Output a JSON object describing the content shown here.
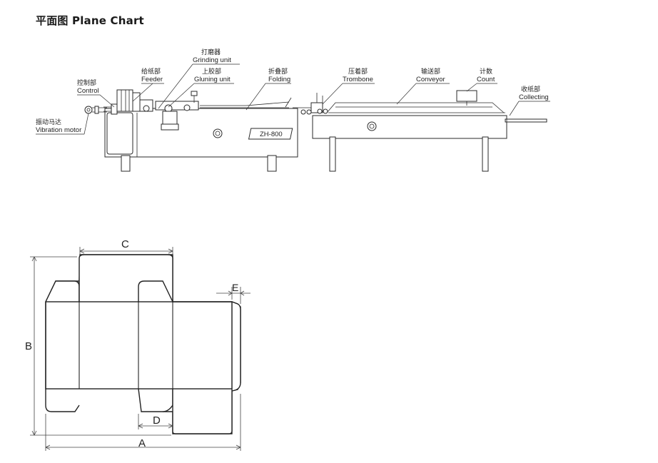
{
  "title": "平面图 Plane Chart",
  "machine": {
    "model_plate": "ZH-800",
    "labels": {
      "control": {
        "zh": "控制部",
        "en": "Control"
      },
      "feeder": {
        "zh": "给纸部",
        "en": "Feeder"
      },
      "grinding": {
        "zh": "打磨器",
        "en": "Grinding unit"
      },
      "gluing": {
        "zh": "上胶部",
        "en": "Gluning unit"
      },
      "folding": {
        "zh": "折叠部",
        "en": "Folding"
      },
      "trombone": {
        "zh": "压着部",
        "en": "Trombone"
      },
      "conveyor": {
        "zh": "输送部",
        "en": "Conveyor"
      },
      "count": {
        "zh": "计数",
        "en": "Count"
      },
      "collecting": {
        "zh": "收纸部",
        "en": "Collecting"
      },
      "vibration": {
        "zh": "振动马达",
        "en": "Vibration motor"
      }
    }
  },
  "box_diagram": {
    "dimensions": {
      "a": "A",
      "b": "B",
      "c": "C",
      "d": "D",
      "e": "E"
    }
  },
  "colors": {
    "line": "#222222",
    "background": "#ffffff"
  }
}
